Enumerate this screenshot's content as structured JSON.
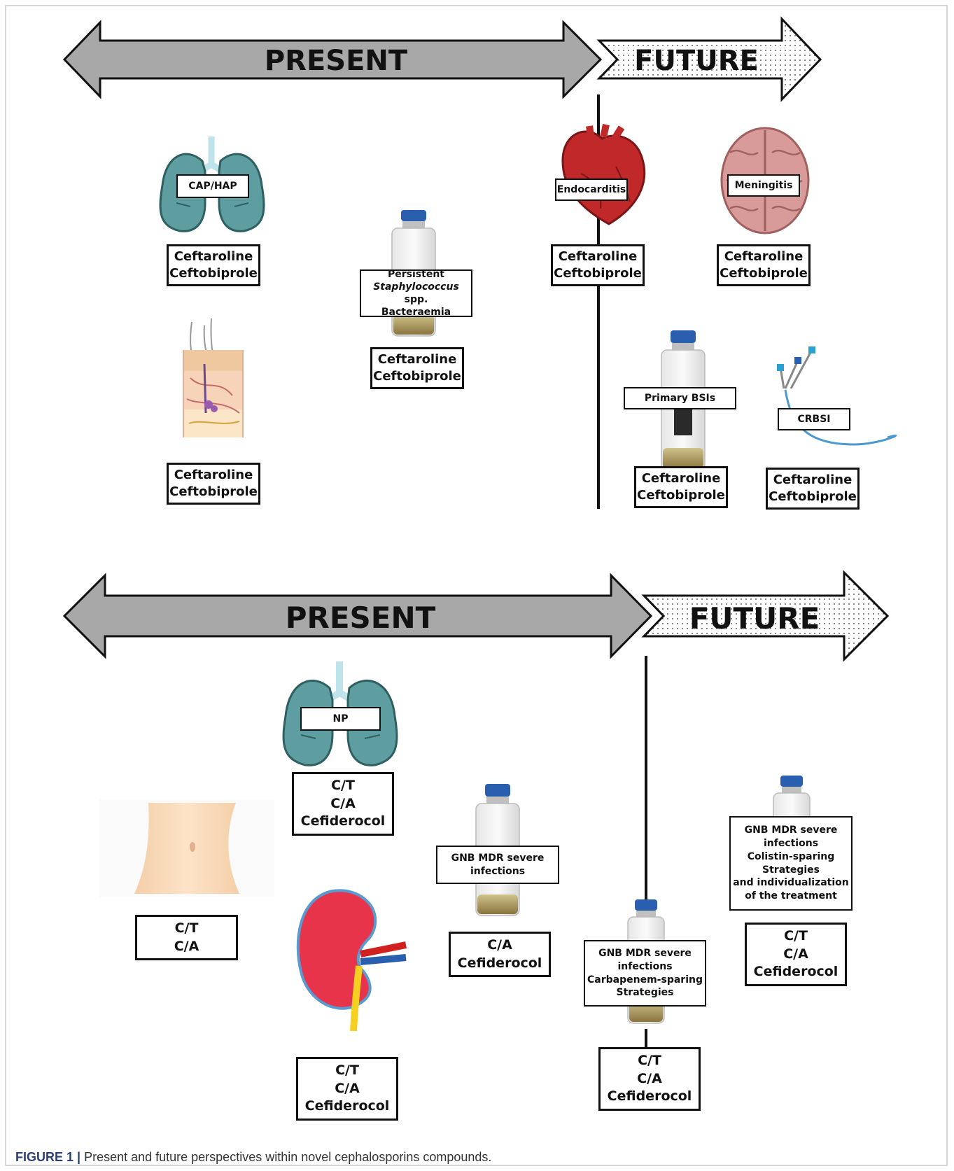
{
  "panel_top": {
    "present_label": "PRESENT",
    "future_label": "FUTURE",
    "items": {
      "cap_hap": {
        "tag": "CAP/HAP",
        "drugs": [
          "Ceftaroline",
          "Ceftobiprole"
        ]
      },
      "skin": {
        "drugs": [
          "Ceftaroline",
          "Ceftobiprole"
        ]
      },
      "bacteraemia": {
        "tag_line1": "Persistent",
        "tag_italic": "Staphylococcus",
        "tag_after_italic": " spp.",
        "tag_line3": "Bacteraemia",
        "drugs": [
          "Ceftaroline",
          "Ceftobiprole"
        ]
      },
      "endocarditis": {
        "tag": "Endocarditis",
        "drugs": [
          "Ceftaroline",
          "Ceftobiprole"
        ]
      },
      "meningitis": {
        "tag": "Meningitis",
        "drugs": [
          "Ceftaroline",
          "Ceftobiprole"
        ]
      },
      "primary_bsi": {
        "tag": "Primary BSIs",
        "drugs": [
          "Ceftaroline",
          "Ceftobiprole"
        ]
      },
      "crbsi": {
        "tag": "CRBSI",
        "drugs": [
          "Ceftaroline",
          "Ceftobiprole"
        ]
      }
    }
  },
  "panel_bottom": {
    "present_label": "PRESENT",
    "future_label": "FUTURE",
    "items": {
      "np": {
        "tag": "NP",
        "drugs": [
          "C/T",
          "C/A",
          "Cefiderocol"
        ]
      },
      "abdomen": {
        "drugs": [
          "C/T",
          "C/A"
        ]
      },
      "kidney": {
        "drugs": [
          "C/T",
          "C/A",
          "Cefiderocol"
        ]
      },
      "gnb_present": {
        "tag_lines": [
          "GNB MDR severe",
          "infections"
        ],
        "drugs": [
          "C/A",
          "Cefiderocol"
        ]
      },
      "gnb_carbapenem": {
        "tag_lines": [
          "GNB MDR severe",
          "infections",
          "Carbapenem-sparing",
          "Strategies"
        ],
        "drugs": [
          "C/T",
          "C/A",
          "Cefiderocol"
        ]
      },
      "gnb_colistin": {
        "tag_lines": [
          "GNB MDR severe",
          "infections",
          "Colistin-sparing",
          "Strategies",
          "and individualization",
          "of the treatment"
        ],
        "drugs": [
          "C/T",
          "C/A",
          "Cefiderocol"
        ]
      }
    }
  },
  "caption": {
    "label": "FIGURE 1 |",
    "text": " Present and future perspectives within novel cephalosporins compounds."
  },
  "colors": {
    "present_arrow": "#a8a8a8",
    "lung": "#5f9ea0",
    "heart": "#c0282a",
    "brain": "#d99a9a",
    "kidney": "#e8344a",
    "vial_cap": "#2a5fb0"
  }
}
